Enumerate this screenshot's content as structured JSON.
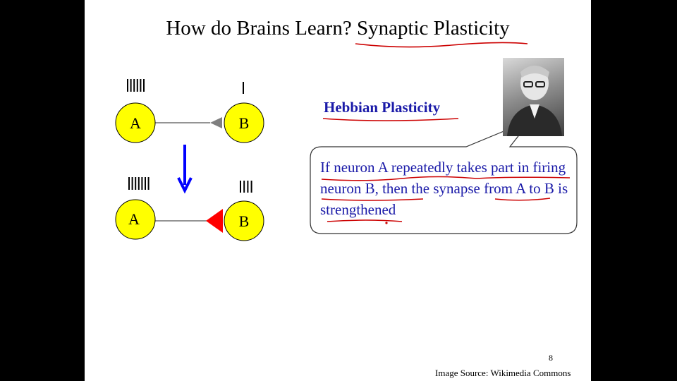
{
  "slide": {
    "title": "How do Brains Learn? Synaptic Plasticity",
    "top_diagram": {
      "neuron_a_label": "A",
      "neuron_b_label": "B",
      "spikes_a_count": 6,
      "spikes_b_count": 1
    },
    "bottom_diagram": {
      "neuron_a_label": "A",
      "neuron_b_label": "B",
      "spikes_a_count": 7,
      "spikes_b_count": 4
    },
    "hebbian_heading": "Hebbian Plasticity",
    "quote": "If neuron A repeatedly takes part in firing neuron B, then the synapse from A to B is strengthened",
    "page_number": "8",
    "image_source": "Image Source: Wikimedia  Commons",
    "colors": {
      "neuron_fill": "#ffff00",
      "weak_synapse": "#7f7f7f",
      "strong_synapse": "#ff0000",
      "arrow": "#0000ff",
      "annotation": "#cc0000",
      "text_blue": "#1a1aa8"
    }
  }
}
